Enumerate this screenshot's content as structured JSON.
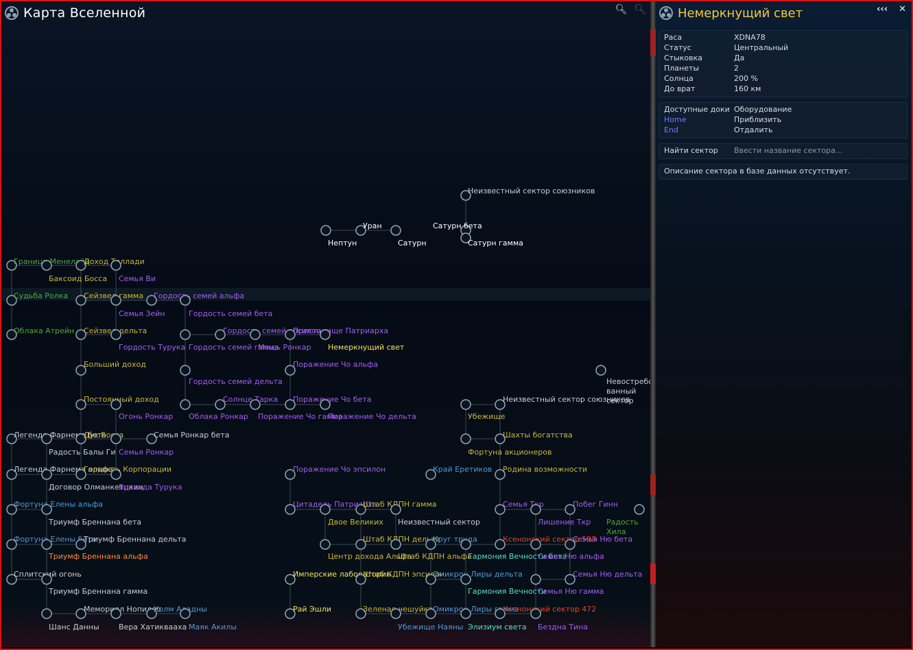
{
  "map": {
    "title": "Карта Вселенной",
    "zoom_in_icon": "zoom-in-icon",
    "zoom_out_icon": "zoom-out-icon"
  },
  "info": {
    "title": "Немеркнущий свет",
    "back_label": "‹‹‹",
    "close_label": "✕",
    "stats": [
      {
        "k": "Раса",
        "v": "XDNA78"
      },
      {
        "k": "Статус",
        "v": "Центральный"
      },
      {
        "k": "Стыковка",
        "v": "Да"
      },
      {
        "k": "Планеты",
        "v": "2"
      },
      {
        "k": "Солнца",
        "v": "200 %"
      },
      {
        "k": "До врат",
        "v": "160 км"
      }
    ],
    "controls": [
      {
        "k": "Доступные доки",
        "v": "Оборудование"
      },
      {
        "k": "Home",
        "v": "Приблизить"
      },
      {
        "k": "End",
        "v": "Отдалить"
      }
    ],
    "search_label": "Найти сектор",
    "search_placeholder": "Ввести название сектора...",
    "description": "Описание сектора в базе данных отсутствует."
  },
  "colors": {
    "white": "#ffffff",
    "yellow": "#f2e060",
    "gold": "#c9b53e",
    "green": "#4caa3a",
    "purple": "#a45cf0",
    "blue": "#4f9ad8",
    "gray": "#c9ccd2",
    "orange": "#ff8a3a",
    "red": "#e0452a",
    "cyan": "#52e0c6",
    "unknown": "#cfd3d8"
  },
  "sectors": [
    {
      "name": "Неизвестный сектор союзников",
      "c": "gray"
    },
    {
      "name": "Уран",
      "c": "white"
    },
    {
      "name": "Сатурн бета",
      "c": "white"
    },
    {
      "name": "Нептун",
      "c": "white"
    },
    {
      "name": "Сатурн",
      "c": "white"
    },
    {
      "name": "Сатурн гамма",
      "c": "white"
    },
    {
      "name": "Граница Менелайи",
      "c": "green"
    },
    {
      "name": "Доход Теллади",
      "c": "gold"
    },
    {
      "name": "Баксоид Босса",
      "c": "gold"
    },
    {
      "name": "Семья Ви",
      "c": "purple"
    },
    {
      "name": "Судьба Ролка",
      "c": "green"
    },
    {
      "name": "Сейзвел гамма",
      "c": "gold"
    },
    {
      "name": "Гордость семей альфа",
      "c": "purple"
    },
    {
      "name": "Семья Зейн",
      "c": "purple"
    },
    {
      "name": "Гордость семей бета",
      "c": "purple"
    },
    {
      "name": "Облака Атрейн",
      "c": "green"
    },
    {
      "name": "Сейзвел дельта",
      "c": "gold"
    },
    {
      "name": "Гордость семей эпсилон",
      "c": "purple"
    },
    {
      "name": "Пристанище Патриарха",
      "c": "purple"
    },
    {
      "name": "Гордость Турука",
      "c": "purple"
    },
    {
      "name": "Гордость семей гамма",
      "c": "purple"
    },
    {
      "name": "Мощь Ронкар",
      "c": "purple"
    },
    {
      "name": "Немеркнущий свет",
      "c": "yellow"
    },
    {
      "name": "Больший доход",
      "c": "gold"
    },
    {
      "name": "Поражение Чо альфа",
      "c": "purple"
    },
    {
      "name": "Гордость семей дельта",
      "c": "purple"
    },
    {
      "name": "Невостребо ванный сектор",
      "c": "gray"
    },
    {
      "name": "Постоянный доход",
      "c": "gold"
    },
    {
      "name": "Солнце Тарка",
      "c": "purple"
    },
    {
      "name": "Поражение Чо бета",
      "c": "purple"
    },
    {
      "name": "Неизвестный сектор союзников",
      "c": "gray"
    },
    {
      "name": "Огонь Ронкар",
      "c": "purple"
    },
    {
      "name": "Облака Ронкар",
      "c": "purple"
    },
    {
      "name": "Поражение Чо гамма",
      "c": "purple"
    },
    {
      "name": "Поражение Чо дельта",
      "c": "purple"
    },
    {
      "name": "Убежище",
      "c": "gold"
    },
    {
      "name": "Легенда Фарнема бета",
      "c": "gray"
    },
    {
      "name": "Дух Босса",
      "c": "gold"
    },
    {
      "name": "Семья Ронкар бета",
      "c": "gray"
    },
    {
      "name": "Шахты богатства",
      "c": "gold"
    },
    {
      "name": "Радость Балы Ги",
      "c": "gray"
    },
    {
      "name": "Семья Ронкар",
      "c": "purple"
    },
    {
      "name": "Фортуна акционеров",
      "c": "gold"
    },
    {
      "name": "Легенда Фарнема альфа",
      "c": "gray"
    },
    {
      "name": "Гордость Корпорации",
      "c": "gold"
    },
    {
      "name": "Поражение Чо эпсилон",
      "c": "purple"
    },
    {
      "name": "Край Еретиков",
      "c": "blue"
    },
    {
      "name": "Родина возможности",
      "c": "gold"
    },
    {
      "name": "Договор Олманкетцкин",
      "c": "gray"
    },
    {
      "name": "Бравада Турука",
      "c": "purple"
    },
    {
      "name": "Фортуна Елены альфа",
      "c": "blue"
    },
    {
      "name": "Цитадель Патриарха",
      "c": "purple"
    },
    {
      "name": "Штаб КДПН гамма",
      "c": "gold"
    },
    {
      "name": "Семья Ткр",
      "c": "purple"
    },
    {
      "name": "Побег Гинн",
      "c": "purple"
    },
    {
      "name": "Триумф Бреннана бета",
      "c": "gray"
    },
    {
      "name": "Двое Великих",
      "c": "gold"
    },
    {
      "name": "Неизвестный сектор",
      "c": "gray"
    },
    {
      "name": "Лишение Ткр",
      "c": "purple"
    },
    {
      "name": "Радость Хила",
      "c": "green"
    },
    {
      "name": "Фортуна Елены бета",
      "c": "blue"
    },
    {
      "name": "Триумф Бреннана дельта",
      "c": "gray"
    },
    {
      "name": "Штаб КДПН дельта",
      "c": "gold"
    },
    {
      "name": "Круг труда",
      "c": "blue"
    },
    {
      "name": "Ксенонский сектор 598",
      "c": "red"
    },
    {
      "name": "Семья Ню бета",
      "c": "purple"
    },
    {
      "name": "Триумф Бреннана альфа",
      "c": "orange"
    },
    {
      "name": "Центр дохода Альфа",
      "c": "gold"
    },
    {
      "name": "Штаб КДПН альфа",
      "c": "gold"
    },
    {
      "name": "Гармония Вечности бета",
      "c": "cyan"
    },
    {
      "name": "Семья Ню альфа",
      "c": "purple"
    },
    {
      "name": "Сплитский огонь",
      "c": "gray"
    },
    {
      "name": "Имперские лаборатории",
      "c": "yellow"
    },
    {
      "name": "Штаб КДПН эпсилон",
      "c": "gold"
    },
    {
      "name": "Омикрон Лиры дельта",
      "c": "blue"
    },
    {
      "name": "Семья Ню дельта",
      "c": "purple"
    },
    {
      "name": "Триумф Бреннана гамма",
      "c": "gray"
    },
    {
      "name": "Гармония Вечности",
      "c": "cyan"
    },
    {
      "name": "Семья Ню гамма",
      "c": "purple"
    },
    {
      "name": "Мемориал Нопилео",
      "c": "gray"
    },
    {
      "name": "Холм Аладны",
      "c": "blue"
    },
    {
      "name": "Рай Эшли",
      "c": "yellow"
    },
    {
      "name": "Зеленая чешуйка",
      "c": "gold"
    },
    {
      "name": "Омикрон Лиры гамма",
      "c": "blue"
    },
    {
      "name": "Ксенонский сектор 472",
      "c": "red"
    },
    {
      "name": "Шанс Данны",
      "c": "gray"
    },
    {
      "name": "Вера Хатиквааха",
      "c": "gray"
    },
    {
      "name": "Маяк Акилы",
      "c": "blue"
    },
    {
      "name": "Убежище Наяны",
      "c": "blue"
    },
    {
      "name": "Элизиум света",
      "c": "cyan"
    },
    {
      "name": "Бездна Тина",
      "c": "purple"
    }
  ]
}
